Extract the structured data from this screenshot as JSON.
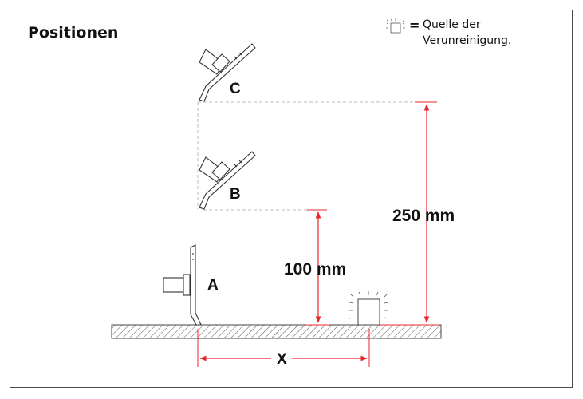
{
  "title": "Positionen",
  "legend": {
    "icon": "contamination-source-icon",
    "symbol": "=",
    "text_line1": "Quelle der",
    "text_line2": "Verunreinigung."
  },
  "positions": {
    "a": "A",
    "b": "B",
    "c": "C"
  },
  "dimensions": {
    "low": "100 mm",
    "high": "250 mm",
    "distance": "X"
  },
  "colors": {
    "dimension": "#e8262b",
    "outline": "#4a4a4a",
    "hatch": "#555555"
  }
}
